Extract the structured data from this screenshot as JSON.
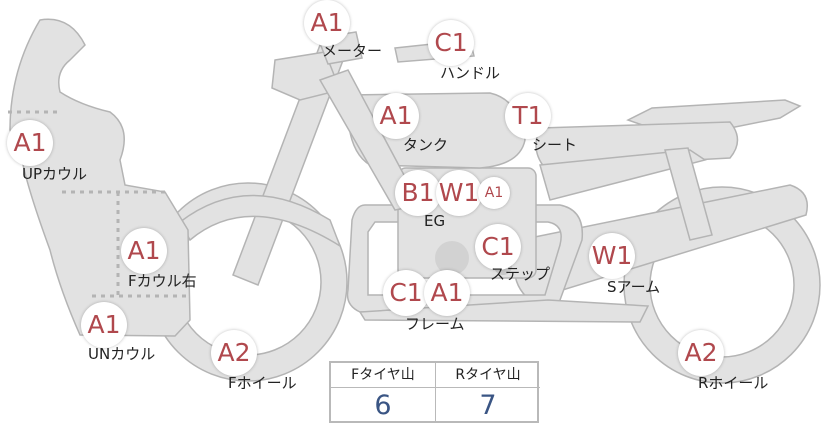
{
  "parts": {
    "meter": {
      "grade": "A1",
      "label": "メーター"
    },
    "handle": {
      "grade": "C1",
      "label": "ハンドル"
    },
    "tank": {
      "grade": "A1",
      "label": "タンク"
    },
    "seat": {
      "grade": "T1",
      "label": "シート"
    },
    "up_cowl": {
      "grade": "A1",
      "label": "UPカウル"
    },
    "engine": {
      "grade_b": "B1",
      "grade_w": "W1",
      "grade_a": "A1",
      "label": "EG"
    },
    "f_cowl_right": {
      "grade": "A1",
      "label": "Fカウル右"
    },
    "step": {
      "grade": "C1",
      "label": "ステップ"
    },
    "s_arm": {
      "grade": "W1",
      "label": "Sアーム"
    },
    "frame": {
      "grade_c": "C1",
      "grade_a": "A1",
      "label": "フレーム"
    },
    "un_cowl": {
      "grade": "A1",
      "label": "UNカウル"
    },
    "f_wheel": {
      "grade": "A2",
      "label": "Fホイール"
    },
    "r_wheel": {
      "grade": "A2",
      "label": "Rホイール"
    }
  },
  "tire_table": {
    "front_header": "Fタイヤ山",
    "front_value": "6",
    "rear_header": "Rタイヤ山",
    "rear_value": "7"
  },
  "colors": {
    "part_fill": "#e1e1e1",
    "part_stroke": "#b3b3b3",
    "grade_text": "#b0484d",
    "value_text": "#3a5584"
  }
}
